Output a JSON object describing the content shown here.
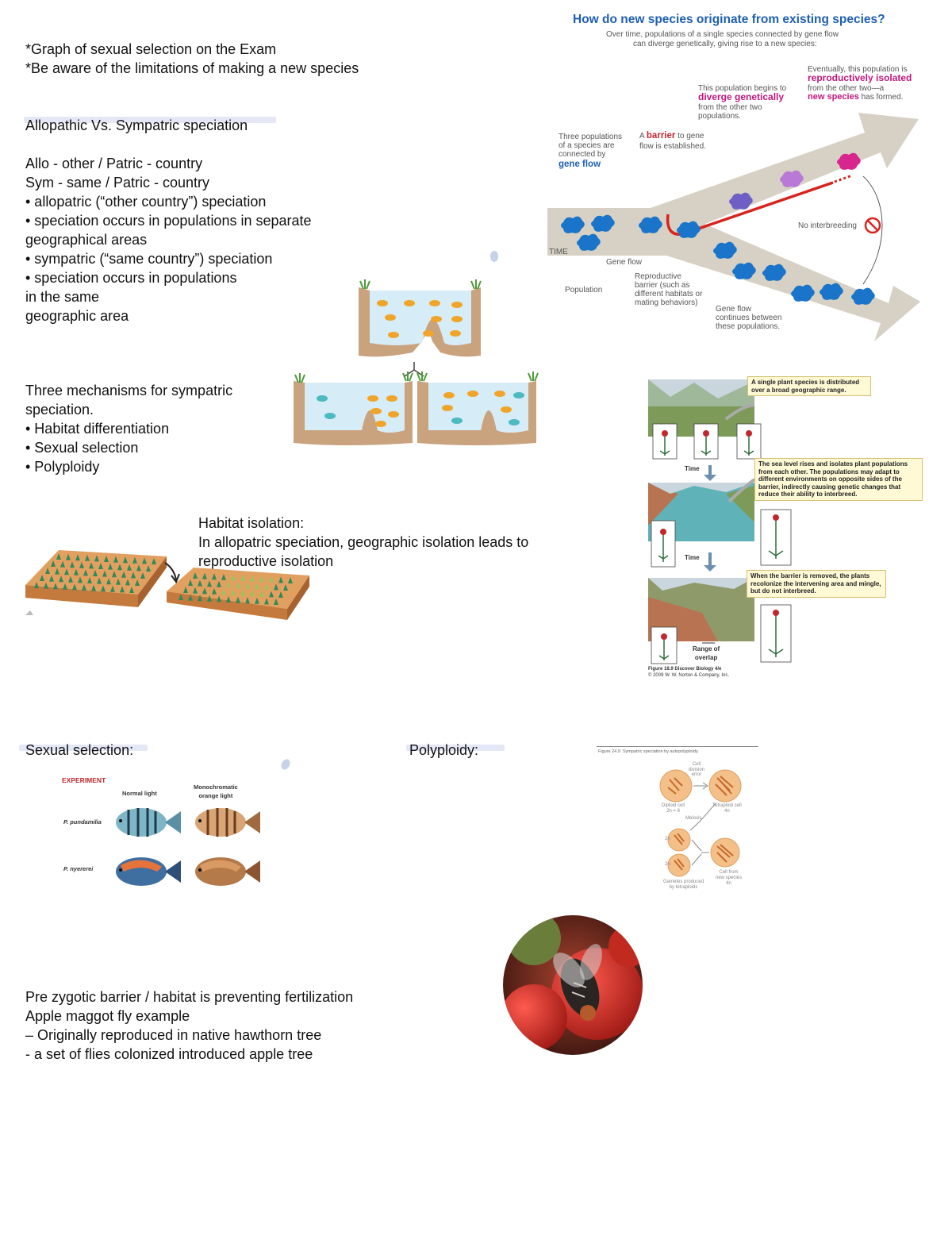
{
  "notes": {
    "exam_note_1": "*Graph of sexual selection on the Exam",
    "exam_note_2": "*Be aware of the limitations of making a new species",
    "allo_vs_sym_heading": "Allopathic Vs. Sympatric speciation",
    "definitions": [
      "Allo - other / Patric - country",
      "Sym - same / Patric - country",
      "• allopatric (“other country”) speciation",
      "• speciation occurs in populations in separate",
      "geographical areas",
      "• sympatric (“same country”) speciation",
      "• speciation occurs in populations",
      "in the same",
      "geographic area"
    ],
    "mechanisms": [
      "Three mechanisms for sympatric",
      "speciation.",
      "• Habitat differentiation",
      "• Sexual selection",
      "• Polyploidy"
    ],
    "habitat_isolation_heading": "Habitat isolation:",
    "habitat_isolation_text_1": "In allopatric speciation, geographic isolation leads to",
    "habitat_isolation_text_2": "reproductive isolation",
    "sexual_selection_heading": "Sexual selection:",
    "polyploidy_heading": "Polyploidy:",
    "prezygotic": [
      "Pre zygotic barrier / habitat is preventing fertilization",
      "Apple maggot fly example",
      "– Originally reproduced in native hawthorn tree",
      "- a set of flies colonized introduced apple tree"
    ]
  },
  "species_figure": {
    "title": "How do new species originate from existing species?",
    "subtitle_1": "Over time, populations of a single species connected by gene flow",
    "subtitle_2": "can diverge genetically, giving rise to a new species:",
    "eventually_1": "Eventually, this population is",
    "reproductively_isolated": "reproductively isolated",
    "eventually_2": "from the other two—a",
    "new_species": "new species",
    "eventually_3": " has formed.",
    "diverge_1": "This population begins to",
    "diverge_genetically": "diverge genetically",
    "diverge_2": "from the other two",
    "diverge_3": "populations.",
    "three_pop_1": "Three populations",
    "three_pop_2": "of a species are",
    "three_pop_3": "connected by",
    "gene_flow_bold": "gene flow",
    "barrier_a": "A ",
    "barrier_bold": "barrier",
    "barrier_1": " to gene",
    "barrier_2": "flow is established.",
    "no_interbreeding": "No interbreeding",
    "time_label": "TIME",
    "gene_flow": "Gene flow",
    "population": "Population",
    "repro_barrier": "Reproductive\nbarrier (such as\ndifferent habitats or\nmating behaviors)",
    "gene_flow_continues": "Gene flow\ncontinues between\nthese populations."
  },
  "plant_figure": {
    "callout_1": "A single plant species is distributed over a broad geographic range.",
    "callout_2": "The sea level rises and isolates plant populations from each other. The populations may adapt to different environments on opposite sides of the barrier, indirectly causing genetic changes that reduce their ability to interbreed.",
    "callout_3": "When the barrier is removed, the plants recolonize the intervening area and mingle, but do not interbreed.",
    "time_1": "Time",
    "time_2": "Time",
    "range_overlap": "Range of\noverlap",
    "credit_1": "Figure 18.9 Discover Biology 4/e",
    "credit_2": "© 2009 W. W. Norton & Company, Inc."
  },
  "fish_figure": {
    "experiment": "EXPERIMENT",
    "normal_light": "Normal light",
    "mono_light": "Monochromatic\norange light",
    "species_1": "P. pundamilia",
    "species_2": "P. nyererei"
  },
  "polyploidy_figure": {
    "caption": "Figure 24.9  Sympatric speciation by autopolyploidy.",
    "cell_division_error": "Cell\ndivision\nerror",
    "diploid": "Diploid cell\n2n = 6",
    "tetraploid": "Tetraploid cell\n4n",
    "meiosis": "Meiosis",
    "two_n_1": "2n",
    "two_n_2": "2n",
    "gametes": "Gametes produced\nby tetraploids",
    "new_species_cell": "Cell from\nnew species\n4n"
  },
  "colors": {
    "arrow_bg": "#d6d1c4",
    "population_blue": "#1a74c9",
    "diverging_purple": "#6f5fc4",
    "new_species_magenta": "#d7268e",
    "barrier_red": "#d9231d",
    "title_blue": "#1f5fb0"
  }
}
